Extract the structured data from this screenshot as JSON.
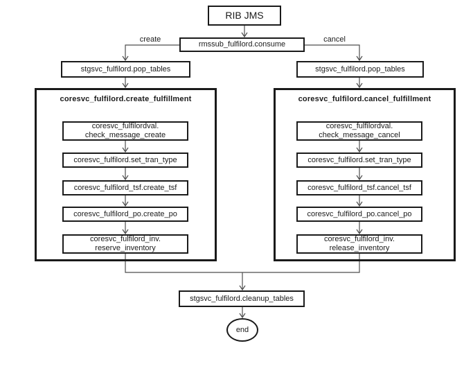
{
  "diagram": {
    "root": {
      "label": "RIB JMS"
    },
    "consumer": {
      "label": "rmssub_fulfilord.consume"
    },
    "branches": [
      {
        "edge_label": "create",
        "pop_tables": "stgsvc_fulfilord.pop_tables",
        "container_title": "coresvc_fulfilord.create_fulfillment",
        "steps": [
          "coresvc_fulfilordval.\ncheck_message_create",
          "coresvc_fulfilord.set_tran_type",
          "coresvc_fulfilord_tsf.create_tsf",
          "coresvc_fulfilord_po.create_po",
          "coresvc_fulfilord_inv.\nreserve_inventory"
        ]
      },
      {
        "edge_label": "cancel",
        "pop_tables": "stgsvc_fulfilord.pop_tables",
        "container_title": "coresvc_fulfilord.cancel_fulfillment",
        "steps": [
          "coresvc_fulfilordval.\ncheck_message_cancel",
          "coresvc_fulfilord.set_tran_type",
          "coresvc_fulfilord_tsf.cancel_tsf",
          "coresvc_fulfilord_po.cancel_po",
          "coresvc_fulfilord_inv.\nrelease_inventory"
        ]
      }
    ],
    "cleanup": {
      "label": "stgsvc_fulfilord.cleanup_tables"
    },
    "terminator": {
      "label": "end"
    },
    "colors": {
      "box_border": "#1a1a1a",
      "line": "#4d4d4d",
      "background": "#ffffff",
      "text": "#1a1a1a"
    }
  }
}
